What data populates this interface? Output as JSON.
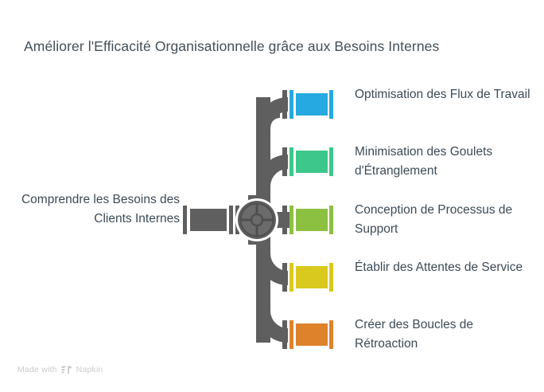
{
  "page": {
    "title": "Améliorer l'Efficacité Organisationnelle grâce aux Besoins Internes",
    "background": "#ffffff",
    "text_color": "#3d4b56",
    "title_color": "#434f57"
  },
  "hub": {
    "label": "Comprendre les Besoins des Clients Internes",
    "icon": "valve-wheel-icon",
    "pipe_color": "#5f5f5f",
    "trunk_color": "#5f5f5f"
  },
  "branches": [
    {
      "label": "Optimisation des Flux de Travail",
      "color": "#26a9e0",
      "icon": "pipe-segment-icon"
    },
    {
      "label": "Minimisation des Goulets d'Étranglement",
      "color": "#3ec78b",
      "icon": "pipe-segment-icon"
    },
    {
      "label": "Conception de Processus de Support",
      "color": "#8cc041",
      "icon": "pipe-segment-icon"
    },
    {
      "label": "Établir des Attentes de Service",
      "color": "#d9c91e",
      "icon": "pipe-segment-icon"
    },
    {
      "label": "Créer des Boucles de Rétroaction",
      "color": "#df822c",
      "icon": "pipe-segment-icon"
    }
  ],
  "watermark": {
    "prefix": "Made with",
    "brand": "Napkin",
    "icon": "napkin-logo-icon",
    "color": "#c9cbcc"
  }
}
